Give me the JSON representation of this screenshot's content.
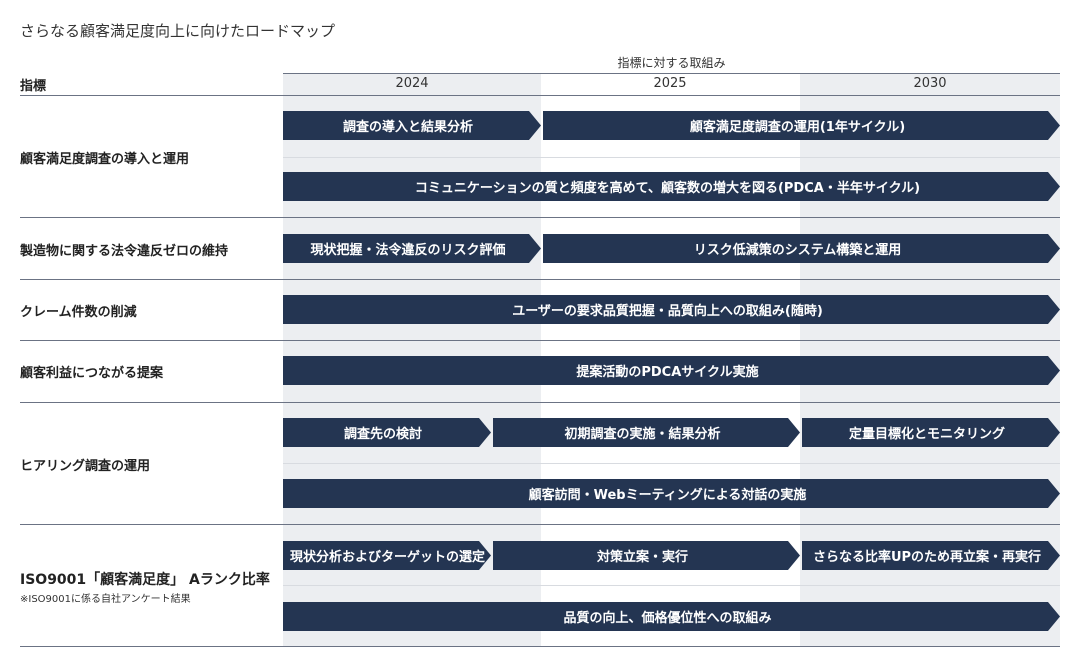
{
  "title": "さらなる顧客満足度向上に向けたロードマップ",
  "header": {
    "indicator": "指標",
    "group": "指標に対する取組み",
    "years": [
      "2024",
      "2025",
      "2030"
    ]
  },
  "rows": [
    {
      "label": "顧客満足度調査の導入と運用",
      "bars": [
        "調査の導入と結果分析",
        "顧客満足度調査の運用(1年サイクル)",
        "コミュニケーションの質と頻度を高めて、顧客数の増大を図る(PDCA・半年サイクル)"
      ]
    },
    {
      "label": "製造物に関する法令違反ゼロの維持",
      "bars": [
        "現状把握・法令違反のリスク評価",
        "リスク低減策のシステム構築と運用"
      ]
    },
    {
      "label": "クレーム件数の削減",
      "bars": [
        "ユーザーの要求品質把握・品質向上への取組み(随時)"
      ]
    },
    {
      "label": "顧客利益につながる提案",
      "bars": [
        "提案活動のPDCAサイクル実施"
      ]
    },
    {
      "label": "ヒアリング調査の運用",
      "bars": [
        "調査先の検討",
        "初期調査の実施・結果分析",
        "定量目標化とモニタリング",
        "顧客訪問・Webミーティングによる対話の実施"
      ]
    },
    {
      "label": "ISO9001「顧客満足度」 Aランク比率",
      "note": "※ISO9001に係る自社アンケート結果",
      "bars": [
        "現状分析およびターゲットの選定",
        "対策立案・実行",
        "さらなる比率UPのため再立案・再実行",
        "品質の向上、価格優位性への取組み"
      ]
    }
  ],
  "colors": {
    "bar": "#243552",
    "shade": "#eceef1"
  }
}
